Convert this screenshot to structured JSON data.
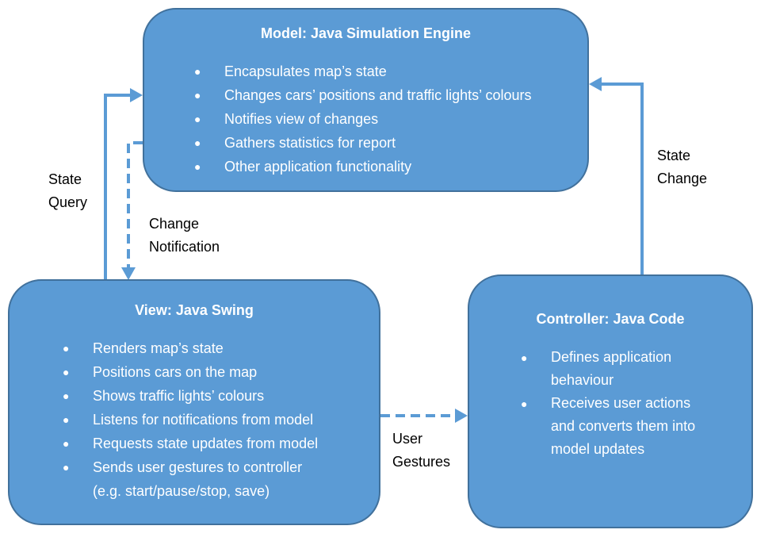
{
  "model": {
    "title": "Model: Java Simulation Engine",
    "bullets": [
      "Encapsulates map’s state",
      "Changes cars’ positions and traffic lights’ colours",
      "Notifies view of changes",
      "Gathers statistics for report",
      "Other application functionality"
    ]
  },
  "view": {
    "title": "View: Java Swing",
    "bullets": [
      "Renders map’s state",
      "Positions cars on the map",
      "Shows traffic lights’ colours",
      "Listens for notifications from model",
      "Requests state updates from model",
      "Sends user gestures to controller",
      "(e.g. start/pause/stop, save)"
    ]
  },
  "controller": {
    "title": "Controller: Java Code",
    "bullets": [
      "Defines application",
      "behaviour",
      "Receives user actions",
      "and converts them into",
      "model updates"
    ]
  },
  "arrow_labels": {
    "state_query": [
      "State",
      "Query"
    ],
    "change_notification": [
      "Change",
      "Notification"
    ],
    "state_change": [
      "State",
      "Change"
    ],
    "user_gestures": [
      "User",
      "Gestures"
    ]
  },
  "colors": {
    "box_fill": "#5b9bd5",
    "box_border": "#41719c",
    "text_on_box": "#ffffff",
    "label_text": "#000000"
  }
}
